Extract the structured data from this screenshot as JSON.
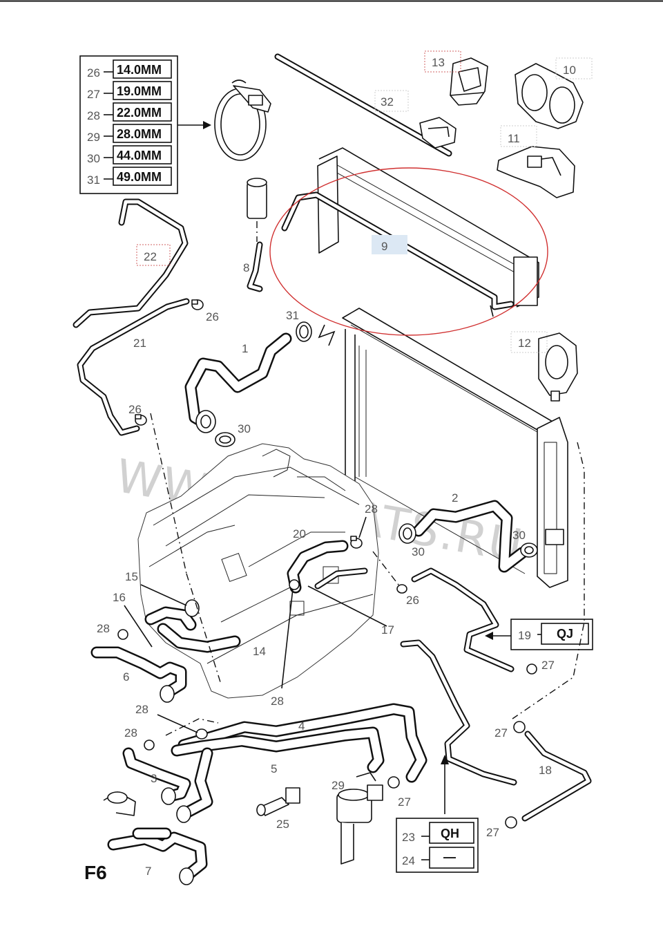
{
  "figure_label": "F6",
  "watermark": "WWW.ELCATS.RU",
  "clamp_sizes": [
    {
      "ref": "26",
      "size": "14.0MM"
    },
    {
      "ref": "27",
      "size": "19.0MM"
    },
    {
      "ref": "28",
      "size": "22.0MM"
    },
    {
      "ref": "29",
      "size": "28.0MM"
    },
    {
      "ref": "30",
      "size": "44.0MM"
    },
    {
      "ref": "31",
      "size": "49.0MM"
    }
  ],
  "option_boxes": [
    {
      "ref": "19",
      "code": "QJ"
    },
    {
      "ref": "23",
      "code": "QH"
    },
    {
      "ref": "24",
      "code": "—"
    }
  ],
  "callouts": {
    "c1": "1",
    "c2": "2",
    "c3": "3",
    "c4": "4",
    "c5": "5",
    "c6": "6",
    "c7": "7",
    "c8": "8",
    "c9": "9",
    "c10": "10",
    "c11": "11",
    "c12": "12",
    "c13": "13",
    "c14": "14",
    "c15": "15",
    "c16": "16",
    "c17": "17",
    "c18": "18",
    "c20": "20",
    "c21": "21",
    "c22": "22",
    "c25": "25",
    "c26a": "26",
    "c26b": "26",
    "c26c": "26",
    "c27a": "27",
    "c27b": "27",
    "c27c": "27",
    "c27d": "27",
    "c28a": "28",
    "c28b": "28",
    "c28c": "28",
    "c28d": "28",
    "c28e": "28",
    "c29": "29",
    "c30a": "30",
    "c30b": "30",
    "c30c": "30",
    "c31": "31",
    "c32": "32"
  },
  "highlight": {
    "part": "9",
    "color": "#d03030"
  }
}
